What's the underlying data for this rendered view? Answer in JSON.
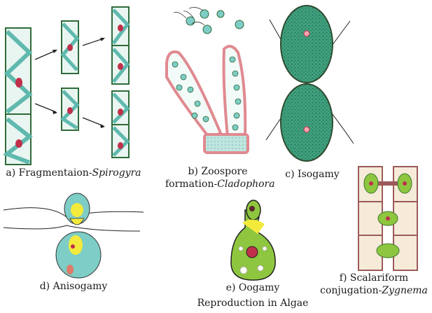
{
  "panels": [
    {
      "id": "a",
      "caption": "a) Fragmentaion-",
      "caption_italic": "Spirogyra"
    },
    {
      "id": "b",
      "caption_line1": "b) Zoospore",
      "caption_line2": "formation-",
      "caption_italic": "Cladophora"
    },
    {
      "id": "c",
      "caption": "c) Isogamy"
    },
    {
      "id": "d",
      "caption": "d) Anisogamy"
    },
    {
      "id": "e",
      "caption_line1": "e) Oogamy"
    },
    {
      "id": "f",
      "caption_line1": "f) Scalariform",
      "caption_line2": "conjugation-",
      "caption_italic": "Zygnema"
    }
  ],
  "figure_title": "Reproduction in Algae",
  "colors": {
    "cell_teal": "#7ecdc6",
    "cell_green": "#2f9a7a",
    "wall_green": "#2e6b3a",
    "pink_wall": "#e08a90",
    "nucleus_red": "#c0304a",
    "oogonium_green": "#8ec63f",
    "gamete_yellow": "#f4ea3c"
  }
}
